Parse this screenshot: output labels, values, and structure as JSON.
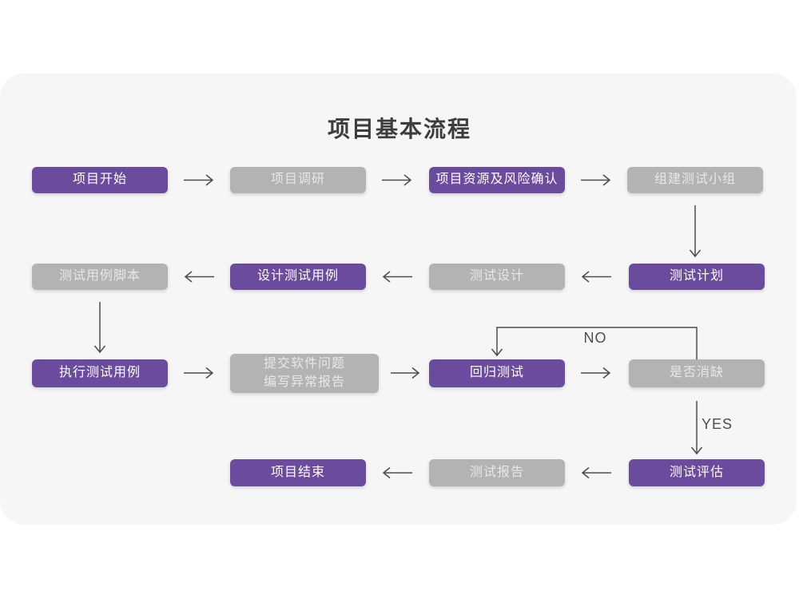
{
  "title": "项目基本流程",
  "colors": {
    "accent_purple": "#6b4b9e",
    "node_gray": "#b3b3b3",
    "card_background": "#f6f6f6",
    "arrow": "#4d4d4d",
    "node_text_on_purple": "#ffffff",
    "node_text_on_gray": "#e7e7e7",
    "title_text": "#3d3d3d"
  },
  "nodes": [
    {
      "label": "项目开始",
      "variant": "purple"
    },
    {
      "label": "项目调研",
      "variant": "gray"
    },
    {
      "label": "项目资源及风险确认",
      "variant": "purple"
    },
    {
      "label": "组建测试小组",
      "variant": "gray"
    },
    {
      "label": "测试用例脚本",
      "variant": "gray"
    },
    {
      "label": "设计测试用例",
      "variant": "purple"
    },
    {
      "label": "测试设计",
      "variant": "gray"
    },
    {
      "label": "测试计划",
      "variant": "purple"
    },
    {
      "label": "执行测试用例",
      "variant": "purple"
    },
    {
      "label": "提交软件问题\n编写异常报告",
      "variant": "gray"
    },
    {
      "label": "回归测试",
      "variant": "purple"
    },
    {
      "label": "是否消缺",
      "variant": "gray"
    },
    {
      "label": "项目结束",
      "variant": "purple"
    },
    {
      "label": "测试报告",
      "variant": "gray"
    },
    {
      "label": "测试评估",
      "variant": "purple"
    }
  ],
  "edge_labels": {
    "no": "NO",
    "yes": "YES"
  }
}
